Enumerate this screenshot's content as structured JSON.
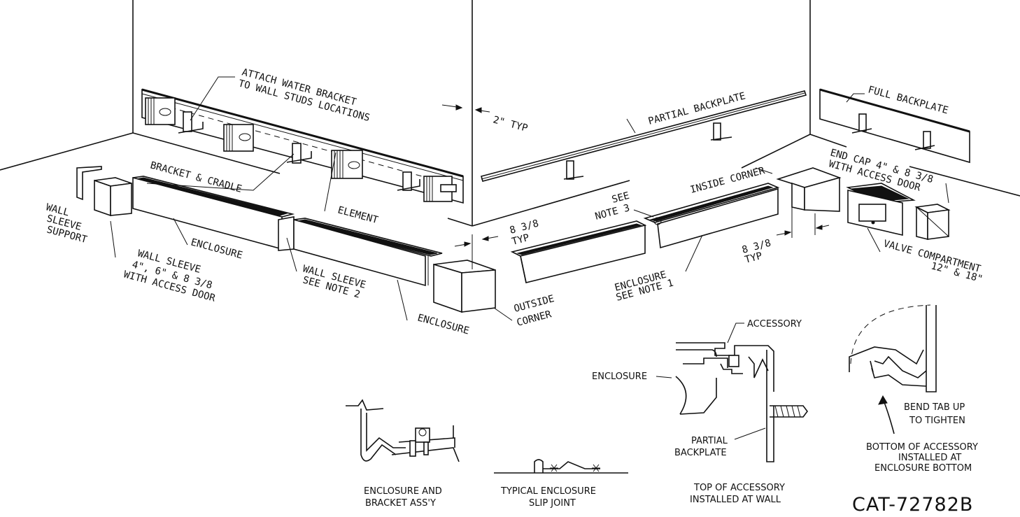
{
  "labels": {
    "attach_line1": "ATTACH WATER BRACKET",
    "attach_line2": "TO WALL STUDS LOCATIONS",
    "two_typ": "2\" TYP",
    "partial_backplate_top": "PARTIAL BACKPLATE",
    "full_backplate": "FULL BACKPLATE",
    "end_cap_line1": "END CAP 4\" & 8 3/8",
    "end_cap_line2": "WITH ACCESS DOOR",
    "bracket_cradle": "BRACKET & CRADLE",
    "wall_sleeve_support_1": "WALL",
    "wall_sleeve_support_2": "SLEEVE",
    "wall_sleeve_support_3": "SUPPORT",
    "element": "ELEMENT",
    "enclosure_left": "ENCLOSURE",
    "wall_sleeve_1": "WALL SLEEVE",
    "wall_sleeve_2": "4\", 6\" & 8 3/8",
    "wall_sleeve_3": "WITH ACCESS DOOR",
    "wall_sleeve_note2_1": "WALL SLEEVE",
    "wall_sleeve_note2_2": "SEE NOTE 2",
    "enclosure_mid": "ENCLOSURE",
    "outside_corner_1": "OUTSIDE",
    "outside_corner_2": "CORNER",
    "dim_838_typ_1": "8 3/8",
    "dim_838_typ_2": "TYP",
    "see_note3_1": "SEE",
    "see_note3_2": "NOTE 3",
    "inside_corner": "INSIDE CORNER",
    "enclosure_note1_1": "ENCLOSURE",
    "enclosure_note1_2": "SEE NOTE 1",
    "dim2_838_1": "8 3/8",
    "dim2_838_2": "TYP",
    "valve_compartment_1": "VALVE COMPARTMENT",
    "valve_compartment_2": "12\" & 18\"",
    "accessory": "ACCESSORY",
    "enclosure_detail": "ENCLOSURE",
    "partial_backplate_d1": "PARTIAL",
    "partial_backplate_d2": "BACKPLATE",
    "bend_tab_1": "BEND TAB UP",
    "bend_tab_2": "TO TIGHTEN",
    "bottom_acc_1": "BOTTOM OF ACCESSORY",
    "bottom_acc_2": "INSTALLED AT",
    "bottom_acc_3": "ENCLOSURE BOTTOM",
    "enc_bracket_1": "ENCLOSURE AND",
    "enc_bracket_2": "BRACKET ASS'Y",
    "slip_joint_1": "TYPICAL ENCLOSURE",
    "slip_joint_2": "SLIP JOINT",
    "top_acc_1": "TOP OF ACCESSORY",
    "top_acc_2": "INSTALLED AT WALL",
    "catalog": "CAT-72782B"
  }
}
